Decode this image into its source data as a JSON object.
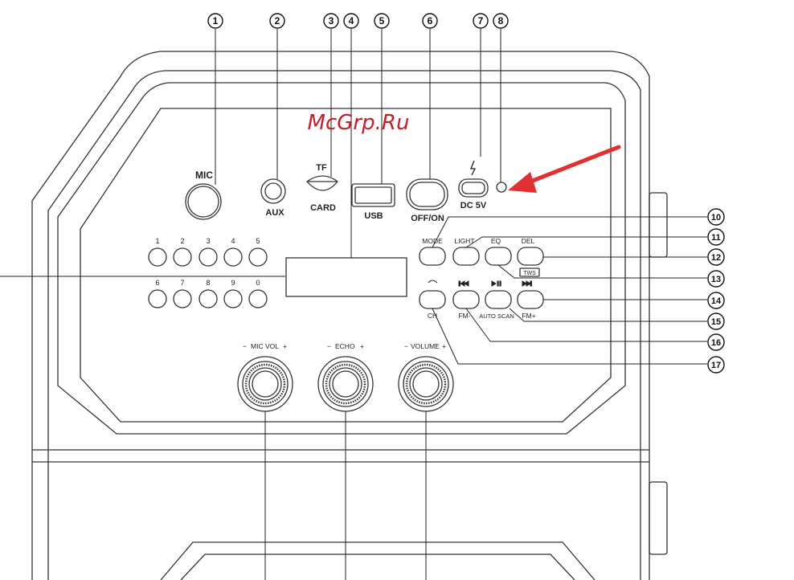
{
  "watermark": "McGrp.Ru",
  "callouts": [
    "1",
    "2",
    "3",
    "4",
    "5",
    "6",
    "7",
    "8",
    "10",
    "11",
    "12",
    "13",
    "14",
    "15",
    "16",
    "17"
  ],
  "labels": {
    "mic": "MIC",
    "aux": "AUX",
    "tf": "TF",
    "card": "CARD",
    "usb": "USB",
    "offon": "OFF/ON",
    "dc5v": "DC 5V",
    "mode": "MODE",
    "light": "LIGHT",
    "eq": "EQ",
    "del": "DEL",
    "tws": "TWS",
    "ch": "CH",
    "fm_minus": "FM-",
    "auto_scan": "AUTO SCAN",
    "fm_plus": "FM+",
    "mic_vol": "MIC VOL",
    "echo": "ECHO",
    "volume": "VOLUME",
    "minus": "−",
    "plus": "+"
  },
  "number_keys_top": [
    "1",
    "2",
    "3",
    "4",
    "5"
  ],
  "number_keys_bottom": [
    "6",
    "7",
    "8",
    "9",
    "0"
  ],
  "colors": {
    "line": "#333333",
    "arrow": "#e03030",
    "watermark": "#c0202a"
  },
  "icons": {
    "charge": "lightning-icon",
    "repeat": "repeat-icon",
    "prev": "prev-track-icon",
    "play": "play-pause-icon",
    "next": "next-track-icon"
  }
}
